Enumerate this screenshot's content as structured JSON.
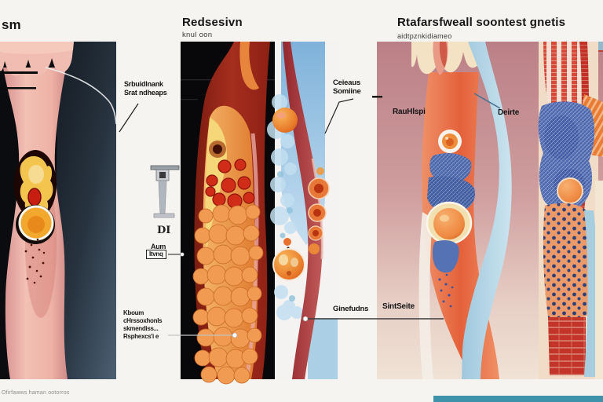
{
  "figure": {
    "columns": {
      "col1_header": "sm",
      "col2_header": "Redsesivn",
      "col2_subheader": "knul oon",
      "col4_header": "Rtafarsfweall soontest gnetis",
      "col4_subheader": "aidtpznkidiameo"
    },
    "labels": {
      "upper_left_1": "Srbuidlnank",
      "upper_left_2": "Srat ndheaps",
      "monument_caption": "DI",
      "aum": "Aum",
      "aum_boxed": "Itvnq",
      "mid_1": "Ceieaus",
      "mid_2": "Somiine",
      "rauhlspi": "RauHlspi",
      "deirte": "Deirte",
      "ginefudns": "Ginefudns",
      "sintseite": "SintSeite",
      "lower_left_1": "Kboum",
      "lower_left_2": "cHrssoxhonls",
      "lower_left_3": "skmendiss...",
      "lower_left_4": "Rsphexcs'i e"
    },
    "watermark": "Ofirfawws haman ootorros",
    "palette": {
      "panel_dark": "#0a0a0c",
      "navy_column": "#31424f",
      "flesh_pink": "#eeb6ac",
      "vessel_orange": "#e8863c",
      "vessel_wall_red": "#9c2a1c",
      "sky_blue": "#8fc0e4",
      "mauve_background": "#c08890",
      "mesh_blue": "#4a66aa",
      "teal_bar": "#3e93aa"
    }
  }
}
